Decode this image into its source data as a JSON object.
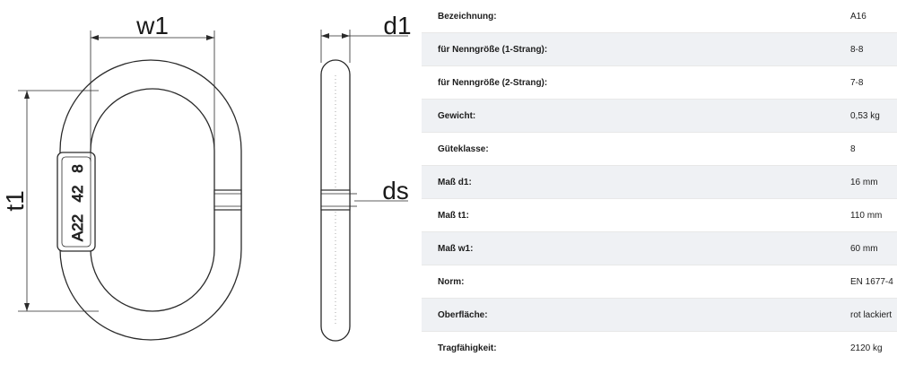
{
  "drawing": {
    "labels": {
      "w1": "w1",
      "t1": "t1",
      "d1": "d1",
      "ds": "ds"
    },
    "stamp": {
      "grade": "8",
      "number": "42",
      "code": "A22"
    }
  },
  "specs": [
    {
      "label": "Bezeichnung:",
      "value": "A16"
    },
    {
      "label": "für Nenngröße (1-Strang):",
      "value": "8-8"
    },
    {
      "label": "für Nenngröße (2-Strang):",
      "value": "7-8"
    },
    {
      "label": "Gewicht:",
      "value": "0,53 kg"
    },
    {
      "label": "Güteklasse:",
      "value": "8"
    },
    {
      "label": "Maß d1:",
      "value": "16 mm"
    },
    {
      "label": "Maß t1:",
      "value": "110 mm"
    },
    {
      "label": "Maß w1:",
      "value": "60 mm"
    },
    {
      "label": "Norm:",
      "value": "EN 1677-4"
    },
    {
      "label": "Oberfläche:",
      "value": "rot lackiert"
    },
    {
      "label": "Tragfähigkeit:",
      "value": "2120 kg"
    }
  ]
}
